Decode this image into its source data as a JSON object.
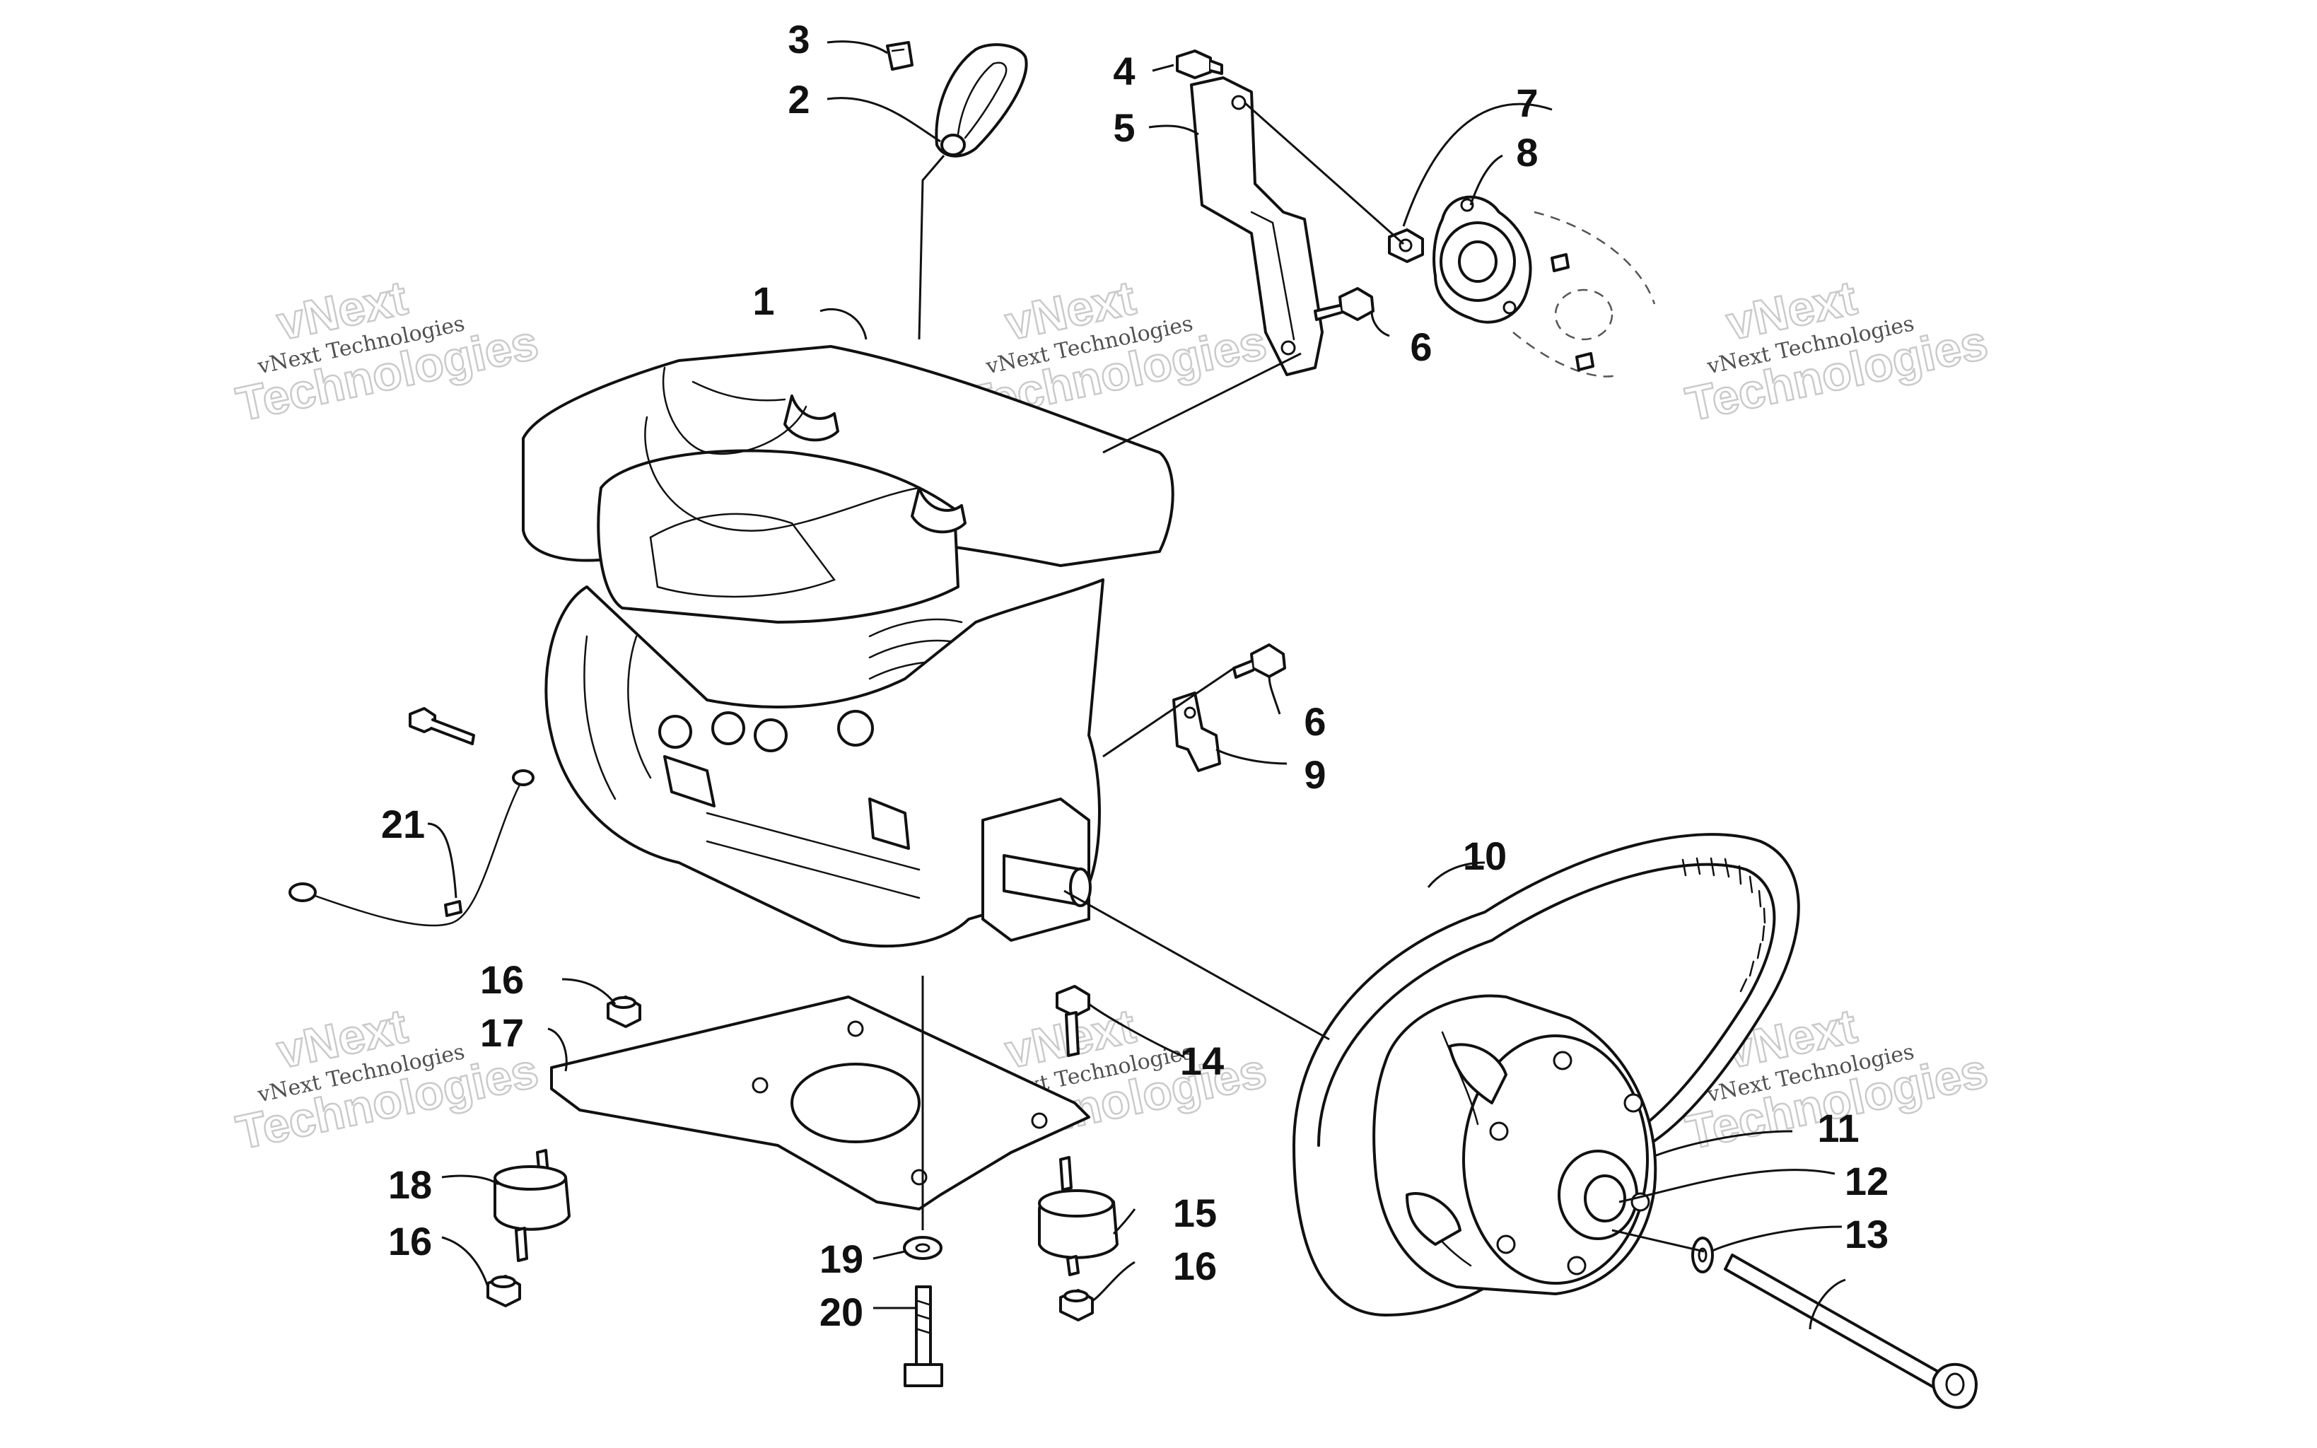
{
  "callouts": [
    "1",
    "2",
    "3",
    "4",
    "5",
    "6",
    "7",
    "8",
    "6",
    "9",
    "10",
    "11",
    "12",
    "13",
    "14",
    "15",
    "16",
    "16",
    "16",
    "17",
    "18",
    "19",
    "20",
    "21"
  ],
  "watermark": {
    "small": "vNext Technologies",
    "big_top": "vNext",
    "big_bottom": "Technologies"
  },
  "colors": {
    "line": "#111111",
    "watermark": "#bdbdbd"
  }
}
